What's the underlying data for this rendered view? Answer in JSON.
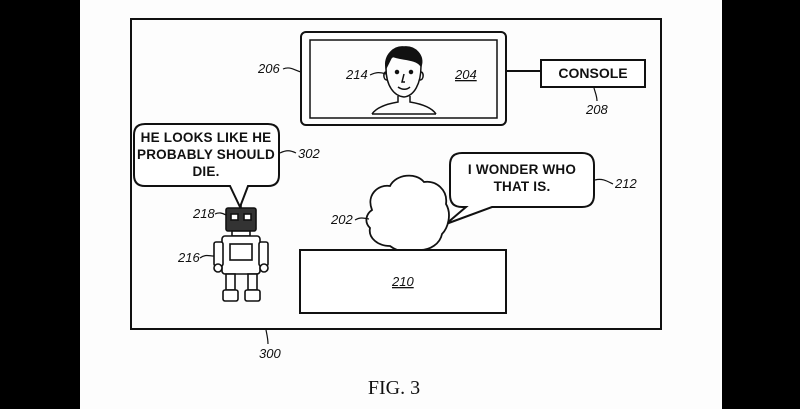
{
  "figure": {
    "caption": "FIG. 3",
    "labels": {
      "scene": "300",
      "display": "206",
      "face": "214",
      "screen": "204",
      "console_ref": "208",
      "speech_robot": "302",
      "speech_person": "212",
      "person": "202",
      "robot_head": "218",
      "robot": "216",
      "couch": "210"
    },
    "console_text": "CONSOLE",
    "robot_speech": [
      "HE LOOKS LIKE HE",
      "PROBABLY SHOULD",
      "DIE."
    ],
    "person_speech": [
      "I WONDER WHO",
      "THAT IS."
    ]
  }
}
